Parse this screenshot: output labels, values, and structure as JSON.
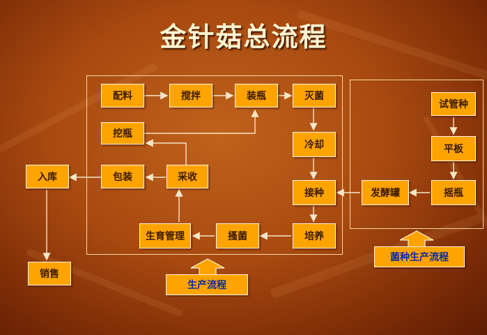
{
  "title": "金针菇总流程",
  "nodes": {
    "peiliao": "配料",
    "jiaoban": "搅拌",
    "zhuangping": "装瓶",
    "miejun": "灭菌",
    "lengque": "冷却",
    "jiezhong": "接种",
    "peiyang": "培养",
    "saojun": "搔菌",
    "shengyu": "生育管理",
    "caishou": "采收",
    "baozhuang": "包装",
    "waping": "挖瓶",
    "ruku": "入库",
    "xiaoshou": "销售",
    "shiguan": "试管种",
    "pingban": "平板",
    "yaoping": "摇瓶",
    "fajiao": "发酵罐"
  },
  "section_labels": {
    "production": "生产流程",
    "strain": "菌种生产流程"
  },
  "colors": {
    "box_fill": "#ffa300",
    "box_border": "#fff6e0",
    "arrow": "#f5e6c8",
    "label_text": "#0b2aa8"
  }
}
